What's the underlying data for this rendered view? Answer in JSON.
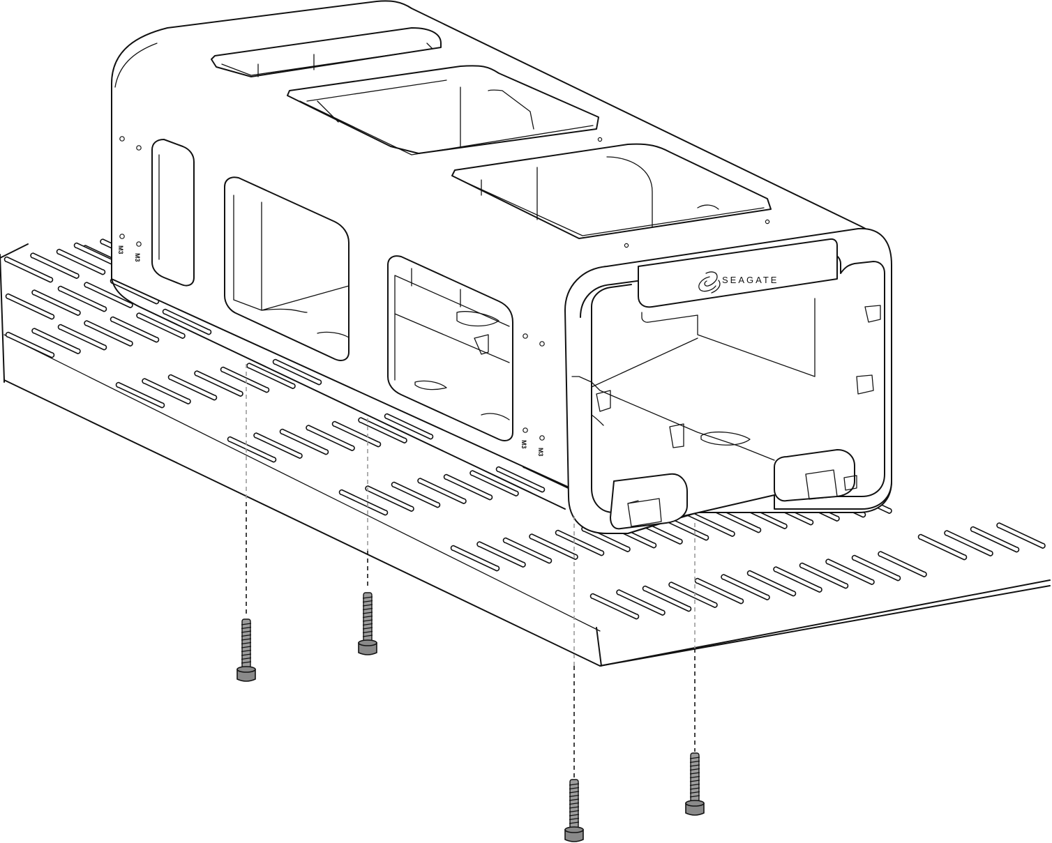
{
  "diagram": {
    "brand_text": "SEAGATE",
    "hole_label": "M3",
    "screw_count": 4,
    "screws": [
      {
        "name": "screw-1"
      },
      {
        "name": "screw-2"
      },
      {
        "name": "screw-3"
      },
      {
        "name": "screw-4"
      }
    ]
  }
}
